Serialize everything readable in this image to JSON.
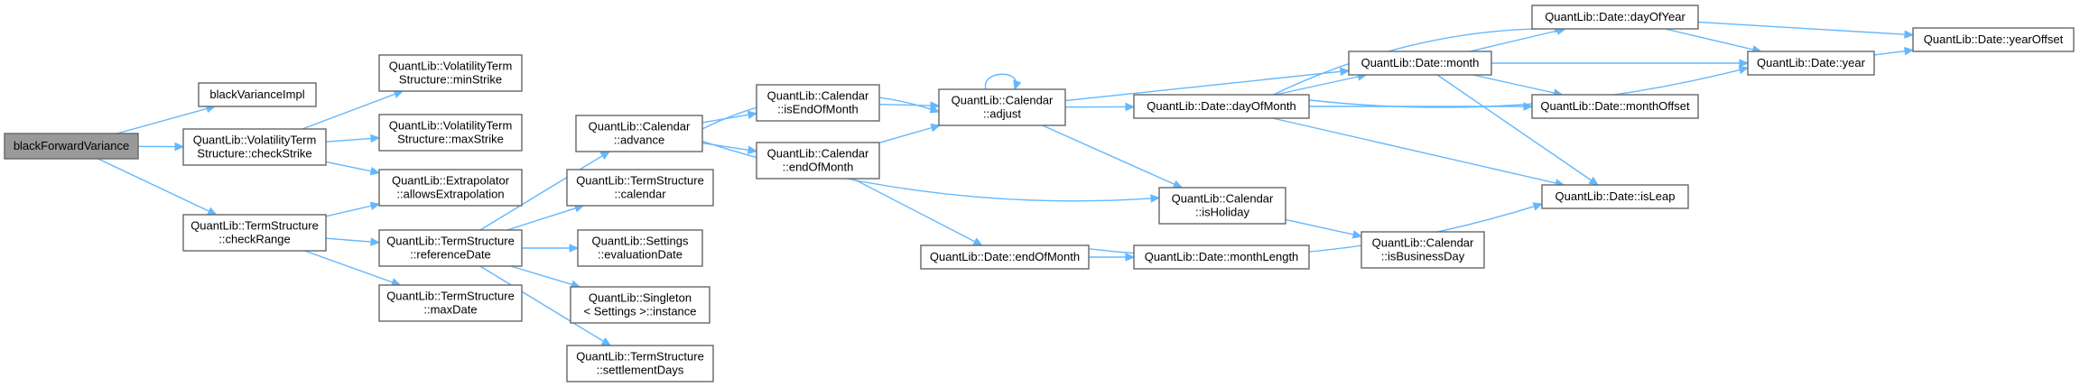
{
  "graph": {
    "title": "",
    "root": "n0",
    "colors": {
      "edge": "#63b8ff",
      "node_border": "#666666",
      "root_fill": "#999999",
      "node_fill": "#ffffff"
    },
    "nodes": [
      {
        "id": "n0",
        "lines": [
          "blackForwardVariance"
        ]
      },
      {
        "id": "n1",
        "lines": [
          "blackVarianceImpl"
        ]
      },
      {
        "id": "n2",
        "lines": [
          "QuantLib::VolatilityTerm",
          "Structure::checkStrike"
        ]
      },
      {
        "id": "n3",
        "lines": [
          "QuantLib::TermStructure",
          "::checkRange"
        ]
      },
      {
        "id": "n4",
        "lines": [
          "QuantLib::VolatilityTerm",
          "Structure::minStrike"
        ]
      },
      {
        "id": "n5",
        "lines": [
          "QuantLib::VolatilityTerm",
          "Structure::maxStrike"
        ]
      },
      {
        "id": "n6",
        "lines": [
          "QuantLib::Extrapolator",
          "::allowsExtrapolation"
        ]
      },
      {
        "id": "n7",
        "lines": [
          "QuantLib::TermStructure",
          "::referenceDate"
        ]
      },
      {
        "id": "n8",
        "lines": [
          "QuantLib::TermStructure",
          "::maxDate"
        ]
      },
      {
        "id": "n9",
        "lines": [
          "QuantLib::Calendar",
          "::advance"
        ]
      },
      {
        "id": "n10",
        "lines": [
          "QuantLib::TermStructure",
          "::calendar"
        ]
      },
      {
        "id": "n11",
        "lines": [
          "QuantLib::Settings",
          "::evaluationDate"
        ]
      },
      {
        "id": "n12",
        "lines": [
          "QuantLib::Singleton",
          "< Settings >::instance"
        ]
      },
      {
        "id": "n13",
        "lines": [
          "QuantLib::TermStructure",
          "::settlementDays"
        ]
      },
      {
        "id": "n14",
        "lines": [
          "QuantLib::Calendar",
          "::isEndOfMonth"
        ]
      },
      {
        "id": "n15",
        "lines": [
          "QuantLib::Calendar",
          "::endOfMonth"
        ]
      },
      {
        "id": "n16",
        "lines": [
          "QuantLib::Calendar",
          "::adjust"
        ]
      },
      {
        "id": "n17",
        "lines": [
          "QuantLib::Date::endOfMonth"
        ]
      },
      {
        "id": "n18",
        "lines": [
          "QuantLib::Date::dayOfMonth"
        ]
      },
      {
        "id": "n19",
        "lines": [
          "QuantLib::Calendar",
          "::isHoliday"
        ]
      },
      {
        "id": "n20",
        "lines": [
          "QuantLib::Date::monthLength"
        ]
      },
      {
        "id": "n21",
        "lines": [
          "QuantLib::Date::month"
        ]
      },
      {
        "id": "n22",
        "lines": [
          "QuantLib::Calendar",
          "::isBusinessDay"
        ]
      },
      {
        "id": "n23",
        "lines": [
          "QuantLib::Date::dayOfYear"
        ]
      },
      {
        "id": "n24",
        "lines": [
          "QuantLib::Date::monthOffset"
        ]
      },
      {
        "id": "n25",
        "lines": [
          "QuantLib::Date::isLeap"
        ]
      },
      {
        "id": "n26",
        "lines": [
          "QuantLib::Date::year"
        ]
      },
      {
        "id": "n27",
        "lines": [
          "QuantLib::Date::yearOffset"
        ]
      }
    ],
    "edges": [
      [
        "n0",
        "n1"
      ],
      [
        "n0",
        "n2"
      ],
      [
        "n0",
        "n3"
      ],
      [
        "n2",
        "n4"
      ],
      [
        "n2",
        "n5"
      ],
      [
        "n2",
        "n6"
      ],
      [
        "n3",
        "n6"
      ],
      [
        "n3",
        "n7"
      ],
      [
        "n3",
        "n8"
      ],
      [
        "n7",
        "n9"
      ],
      [
        "n7",
        "n10"
      ],
      [
        "n7",
        "n11"
      ],
      [
        "n7",
        "n12"
      ],
      [
        "n7",
        "n13"
      ],
      [
        "n9",
        "n14"
      ],
      [
        "n9",
        "n15"
      ],
      [
        "n9",
        "n16"
      ],
      [
        "n9",
        "n19"
      ],
      [
        "n14",
        "n16"
      ],
      [
        "n15",
        "n16"
      ],
      [
        "n15",
        "n17"
      ],
      [
        "n16",
        "n16"
      ],
      [
        "n16",
        "n18"
      ],
      [
        "n16",
        "n19"
      ],
      [
        "n16",
        "n21"
      ],
      [
        "n17",
        "n20"
      ],
      [
        "n17",
        "n25"
      ],
      [
        "n18",
        "n21"
      ],
      [
        "n18",
        "n23"
      ],
      [
        "n18",
        "n24"
      ],
      [
        "n18",
        "n25"
      ],
      [
        "n18",
        "n26"
      ],
      [
        "n19",
        "n22"
      ],
      [
        "n21",
        "n23"
      ],
      [
        "n21",
        "n24"
      ],
      [
        "n21",
        "n25"
      ],
      [
        "n21",
        "n26"
      ],
      [
        "n23",
        "n26"
      ],
      [
        "n23",
        "n27"
      ],
      [
        "n26",
        "n27"
      ]
    ]
  }
}
